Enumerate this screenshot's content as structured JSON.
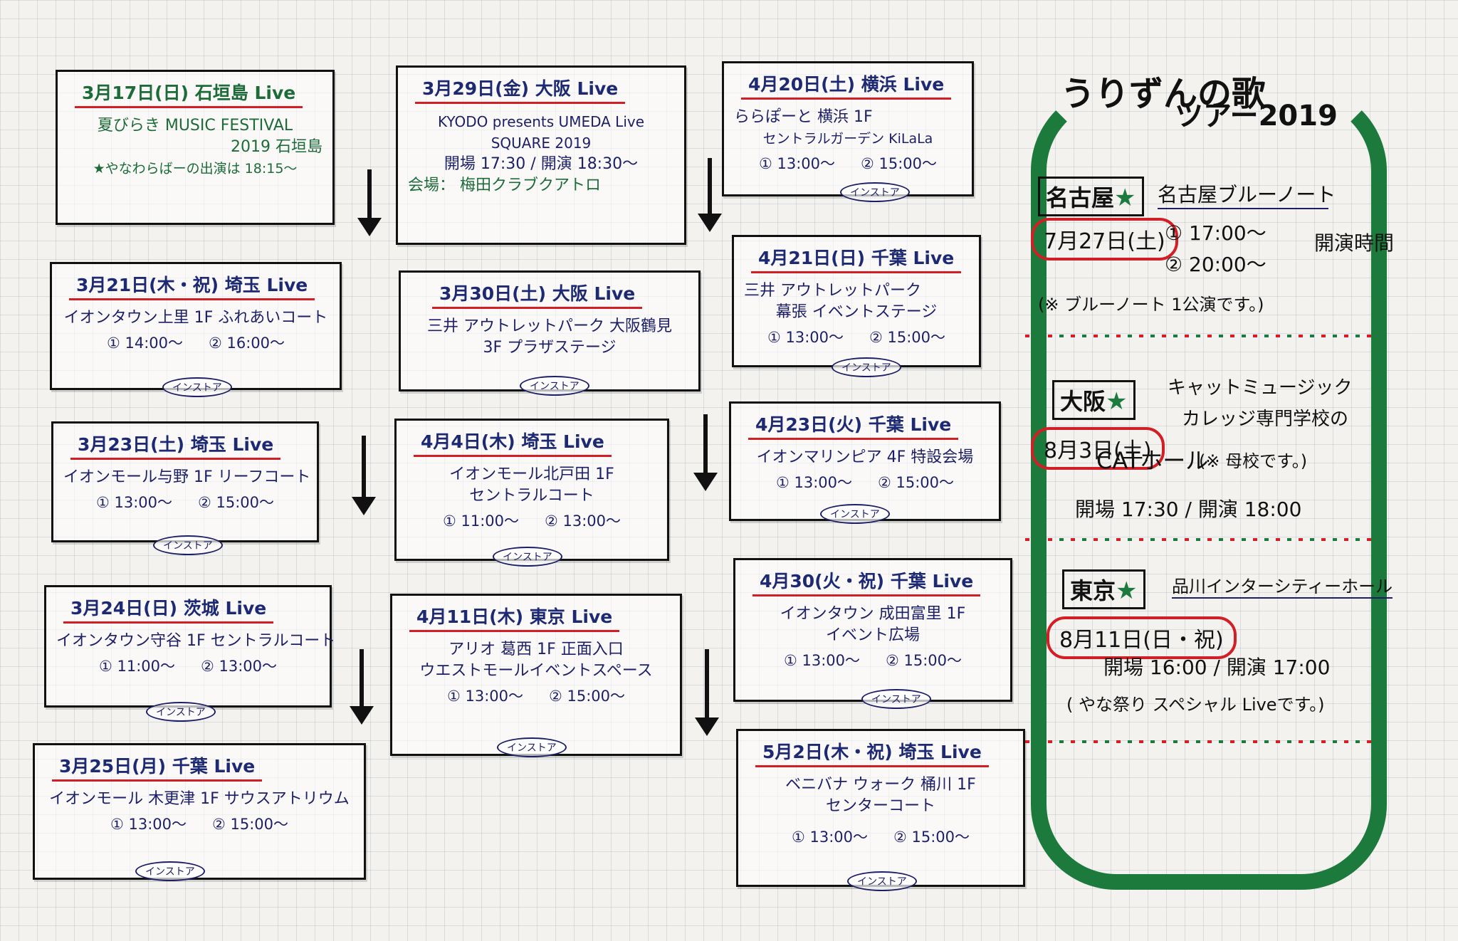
{
  "cards": [
    {
      "title": "3月17日(日) 石垣島 Live",
      "lines": [
        "夏びらき MUSIC FESTIVAL",
        "2019 石垣島",
        "★やなわらばーの出演は 18:15〜"
      ],
      "times": [],
      "badge": ""
    },
    {
      "title": "3月21日(木・祝) 埼玉 Live",
      "lines": [
        "イオンタウン上里 1F ふれあいコート"
      ],
      "times": [
        "① 14:00〜",
        "② 16:00〜"
      ],
      "badge": "インストア"
    },
    {
      "title": "3月23日(土) 埼玉 Live",
      "lines": [
        "イオンモール与野 1F リーフコート"
      ],
      "times": [
        "① 13:00〜",
        "② 15:00〜"
      ],
      "badge": "インストア"
    },
    {
      "title": "3月24日(日) 茨城 Live",
      "lines": [
        "イオンタウン守谷 1F セントラルコート"
      ],
      "times": [
        "① 11:00〜",
        "② 13:00〜"
      ],
      "badge": "インストア"
    },
    {
      "title": "3月25日(月) 千葉 Live",
      "lines": [
        "イオンモール 木更津 1F サウスアトリウム"
      ],
      "times": [
        "① 13:00〜",
        "② 15:00〜"
      ],
      "badge": "インストア"
    },
    {
      "title": "3月29日(金) 大阪 Live",
      "lines": [
        "KYODO presents UMEDA Live",
        "SQUARE 2019",
        "開場 17:30 / 開演 18:30〜",
        "会場： 梅田クラブクアトロ"
      ],
      "times": [],
      "badge": ""
    },
    {
      "title": "3月30日(土) 大阪 Live",
      "lines": [
        "三井 アウトレットパーク 大阪鶴見",
        "3F プラザステージ"
      ],
      "times": [],
      "badge": "インストア"
    },
    {
      "title": "4月4日(木) 埼玉 Live",
      "lines": [
        "イオンモール北戸田 1F",
        "セントラルコート"
      ],
      "times": [
        "① 11:00〜",
        "② 13:00〜"
      ],
      "badge": "インストア"
    },
    {
      "title": "4月11日(木) 東京 Live",
      "lines": [
        "アリオ 葛西 1F 正面入口",
        "ウエストモールイベントスペース"
      ],
      "times": [
        "① 13:00〜",
        "② 15:00〜"
      ],
      "badge": "インストア"
    },
    {
      "title": "4月20日(土) 横浜 Live",
      "lines": [
        "ららぽーと 横浜 1F",
        "セントラルガーデン KiLaLa"
      ],
      "times": [
        "① 13:00〜",
        "② 15:00〜"
      ],
      "badge": "インストア"
    },
    {
      "title": "4月21日(日) 千葉 Live",
      "lines": [
        "三井 アウトレットパーク",
        "幕張 イベントステージ"
      ],
      "times": [
        "① 13:00〜",
        "② 15:00〜"
      ],
      "badge": "インストア"
    },
    {
      "title": "4月23日(火) 千葉 Live",
      "lines": [
        "イオンマリンピア 4F 特設会場"
      ],
      "times": [
        "① 13:00〜",
        "② 15:00〜"
      ],
      "badge": "インストア"
    },
    {
      "title": "4月30(火・祝) 千葉 Live",
      "lines": [
        "イオンタウン 成田富里 1F",
        "イベント広場"
      ],
      "times": [
        "① 13:00〜",
        "② 15:00〜"
      ],
      "badge": "インストア"
    },
    {
      "title": "5月2日(木・祝) 埼玉 Live",
      "lines": [
        "ベニバナ ウォーク 桶川 1F",
        "センターコート"
      ],
      "times": [
        "① 13:00〜",
        "② 15:00〜"
      ],
      "badge": "インストア"
    }
  ],
  "panel": {
    "title": "うりずんの歌",
    "subtitle": "ツアー2019",
    "nagoya": {
      "city": "名古屋",
      "venue": "名古屋ブルーノート",
      "date": "7月27日(土)",
      "time1": "① 17:00〜",
      "time2": "② 20:00〜",
      "time_label": "開演時間",
      "note": "(※ ブルーノート 1公演です。)"
    },
    "osaka": {
      "city": "大阪",
      "venue1": "キャットミュージック",
      "venue2": "カレッジ専門学校の",
      "date": "8月3日(土)",
      "hall": "CATホール",
      "hall_note": "(※ 母校です。)",
      "time": "開場 17:30 / 開演 18:00"
    },
    "tokyo": {
      "city": "東京",
      "venue": "品川インターシティーホール",
      "date": "8月11日(日・祝)",
      "time": "開場 16:00 / 開演 17:00",
      "note": "( やな祭り スペシャル Liveです。)"
    }
  },
  "colors": {
    "red": "#d21f26",
    "green": "#1d7a3d",
    "navy": "#1c1f66"
  }
}
